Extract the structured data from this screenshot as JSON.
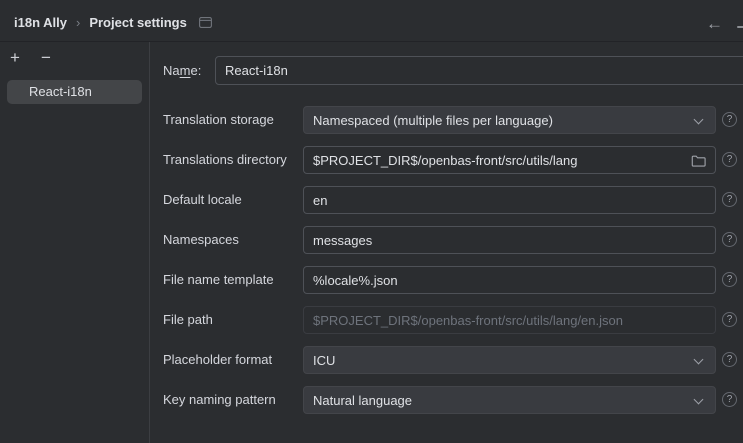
{
  "header": {
    "breadcrumb": [
      {
        "label": "i18n Ally"
      },
      {
        "label": "Project settings"
      }
    ],
    "separator": "›",
    "back_arrow": "←"
  },
  "sidebar": {
    "add_label": "+",
    "remove_label": "−",
    "items": [
      {
        "label": "React-i18n",
        "selected": true
      }
    ]
  },
  "form": {
    "name_field": {
      "label_pre": "Na",
      "label_mnemonic": "m",
      "label_post": "e:",
      "value": "React-i18n"
    },
    "rows": [
      {
        "label": "Translation storage",
        "type": "dropdown",
        "value": "Namespaced (multiple files per language)",
        "help": "?"
      },
      {
        "label": "Translations directory",
        "type": "input",
        "value": "$PROJECT_DIR$/openbas-front/src/utils/lang",
        "help": "?"
      },
      {
        "label": "Default locale",
        "type": "input",
        "value": "en",
        "help": "?"
      },
      {
        "label": "Namespaces",
        "type": "input",
        "value": "messages",
        "help": "?"
      },
      {
        "label": "File name template",
        "type": "input",
        "value": "%locale%.json",
        "help": "?"
      },
      {
        "label": "File path",
        "type": "input-disabled",
        "value": "$PROJECT_DIR$/openbas-front/src/utils/lang/en.json",
        "help": "?"
      },
      {
        "label": "Placeholder format",
        "type": "dropdown",
        "value": "ICU",
        "help": "?"
      },
      {
        "label": "Key naming pattern",
        "type": "dropdown",
        "value": "Natural language",
        "help": "?"
      }
    ]
  },
  "colors": {
    "panel_bg": "#2b2d30",
    "field_border": "#4e5157",
    "dropdown_bg": "#393b40",
    "selected_item_bg": "#434548",
    "text_primary": "#dfe1e5",
    "text_muted": "#9da0a8",
    "text_disabled": "#6e737c",
    "divider": "#3c3e42"
  }
}
